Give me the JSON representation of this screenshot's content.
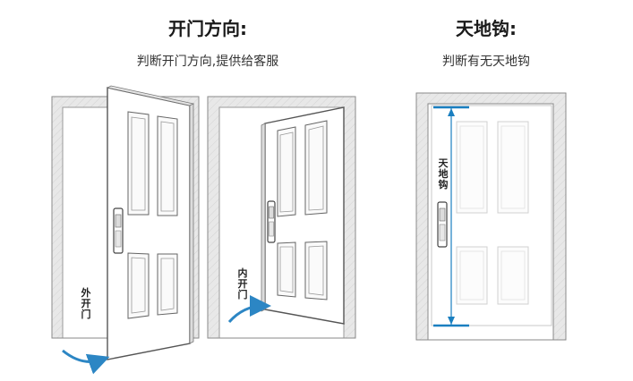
{
  "left_panel": {
    "title": "开门方向:",
    "subtitle": "判断开门方向,提供给客服",
    "outward_label": "外开门",
    "inward_label": "内开门"
  },
  "right_panel": {
    "title": "天地钩:",
    "subtitle": "判断有无天地钩",
    "hook_label": "天地钩"
  },
  "colors": {
    "frame": "#e6e6e6",
    "frame_stroke": "#8a8a8a",
    "door_stroke": "#555555",
    "arrow": "#2c86c4",
    "dim_line": "#1a7fc0"
  }
}
